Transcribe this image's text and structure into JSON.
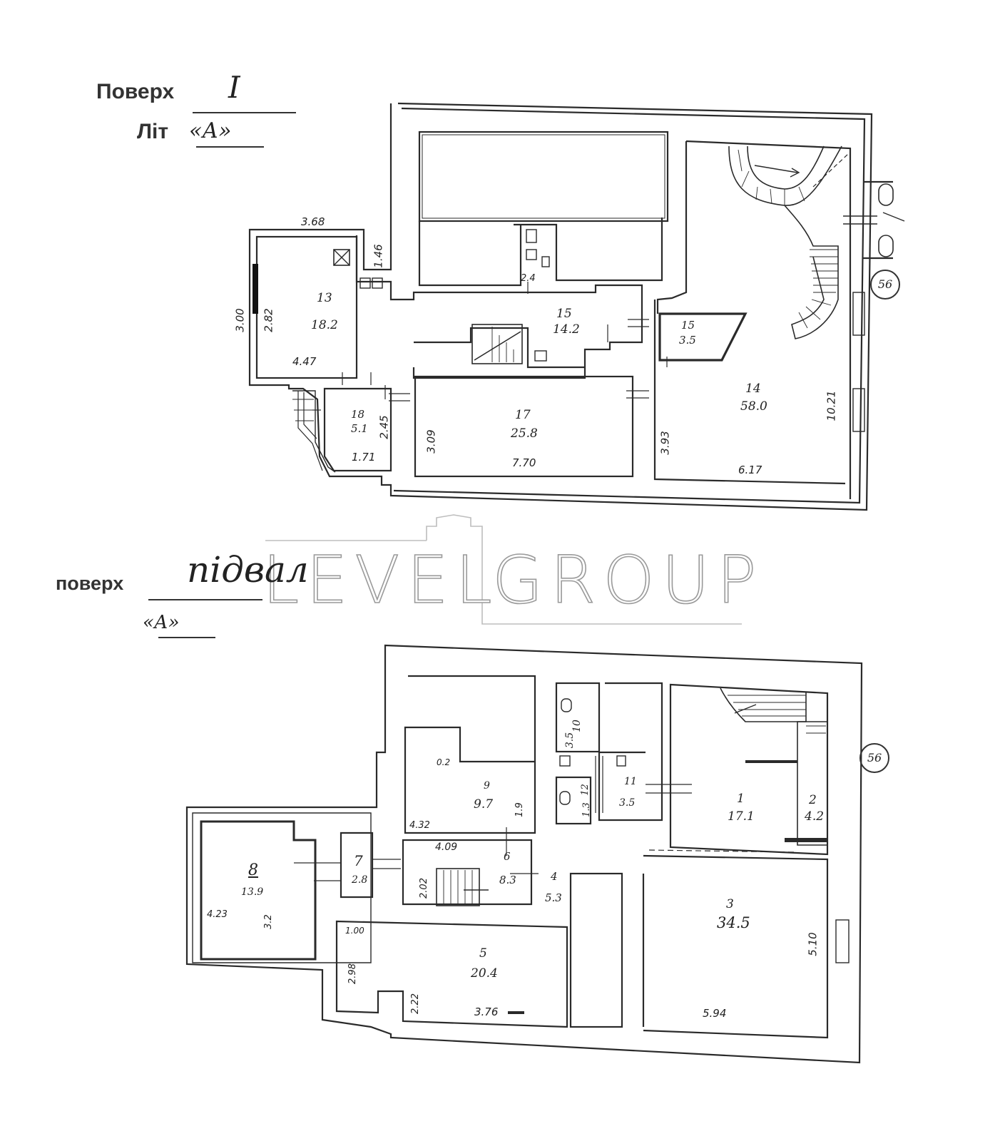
{
  "floor1": {
    "floor_label": "Поверх",
    "floor_value": "I",
    "lit_label": "Літ",
    "lit_value": "«А»",
    "badge": "56",
    "rooms": [
      {
        "num": "13",
        "area": "18.2"
      },
      {
        "num": "15",
        "area": "14.2"
      },
      {
        "num": "15",
        "area": "3.5"
      },
      {
        "num": "14",
        "area": "58.0"
      },
      {
        "num": "17",
        "area": "25.8"
      },
      {
        "num": "18",
        "area": "5.1"
      }
    ],
    "dims": [
      "3.68",
      "1.46",
      "3.00",
      "2.82",
      "4.47",
      "2.4",
      "2.45",
      "1.71",
      "3.09",
      "7.70",
      "3.93",
      "10.21",
      "6.17"
    ]
  },
  "basement": {
    "floor_label": "поверх",
    "floor_value": "підвал",
    "lit_value": "«А»",
    "badge": "56",
    "rooms": [
      {
        "num": "1",
        "area": "17.1"
      },
      {
        "num": "2",
        "area": "4.2"
      },
      {
        "num": "3",
        "area": "34.5"
      },
      {
        "num": "4",
        "area": "5.3"
      },
      {
        "num": "5",
        "area": "20.4"
      },
      {
        "num": "6",
        "area": "8.3"
      },
      {
        "num": "7",
        "area": "2.8"
      },
      {
        "num": "8",
        "area": "13.9"
      },
      {
        "num": "9",
        "area": "9.7"
      },
      {
        "num": "10",
        "area": "3.5"
      },
      {
        "num": "11",
        "area": "3.5"
      },
      {
        "num": "12",
        "area": "1.3"
      }
    ],
    "dims": [
      "4.32",
      "4.09",
      "2.02",
      "1.9",
      "4.23",
      "3.2",
      "1.00",
      "2.98",
      "2.22",
      "3.76",
      "5.94",
      "5.10",
      "0.2"
    ]
  },
  "watermark": {
    "left": "LEVEL",
    "right": "GROUP"
  }
}
